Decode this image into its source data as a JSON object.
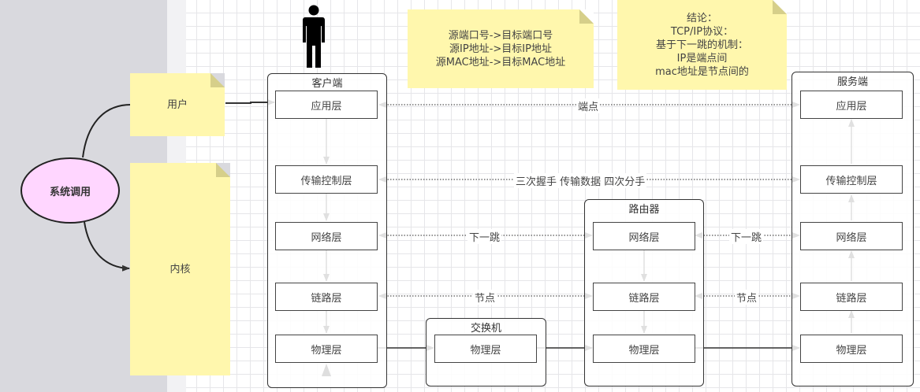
{
  "left_panel": {
    "system_call": "系统调用",
    "user_note": "用户",
    "kernel_note": "内核"
  },
  "notes": {
    "addresses": "源端口号->目标端口号\n源IP地址->目标IP地址\n源MAC地址->目标MAC地址",
    "conclusion": "结论：\nTCP/IP协议：\n基于下一跳的机制：\nIP是端点间\nmac地址是节点间的"
  },
  "client": {
    "title": "客户端",
    "layers": [
      "应用层",
      "传输控制层",
      "网络层",
      "链路层",
      "物理层"
    ]
  },
  "server": {
    "title": "服务端",
    "layers": [
      "应用层",
      "传输控制层",
      "网络层",
      "链路层",
      "物理层"
    ]
  },
  "router": {
    "title": "路由器",
    "layers": [
      "网络层",
      "链路层",
      "物理层"
    ]
  },
  "switch": {
    "title": "交换机",
    "layers": [
      "物理层"
    ]
  },
  "edge_labels": {
    "endpoint": "端点",
    "tcp": "三次握手 传输数据 四次分手",
    "next_hop_1": "下一跳",
    "next_hop_2": "下一跳",
    "node_1": "节点",
    "node_2": "节点"
  },
  "icons": {
    "person": "person-icon"
  }
}
